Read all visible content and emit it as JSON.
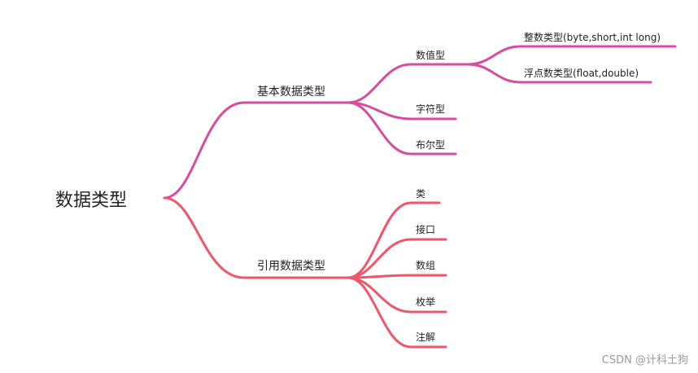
{
  "mindmap": {
    "root": "数据类型",
    "colors": {
      "primitive_branch": "#d64ca0",
      "reference_branch": "#f0566a"
    },
    "primitive": {
      "label": "基本数据类型",
      "children": {
        "numeric": {
          "label": "数值型",
          "children": {
            "integer": "整数类型(byte,short,int long)",
            "float": "浮点数类型(float,double)"
          }
        },
        "char": "字符型",
        "boolean": "布尔型"
      }
    },
    "reference": {
      "label": "引用数据类型",
      "children": {
        "class": "类",
        "interface": "接口",
        "array": "数组",
        "enum": "枚举",
        "annotation": "注解"
      }
    }
  },
  "watermark": "CSDN @计科土狗"
}
